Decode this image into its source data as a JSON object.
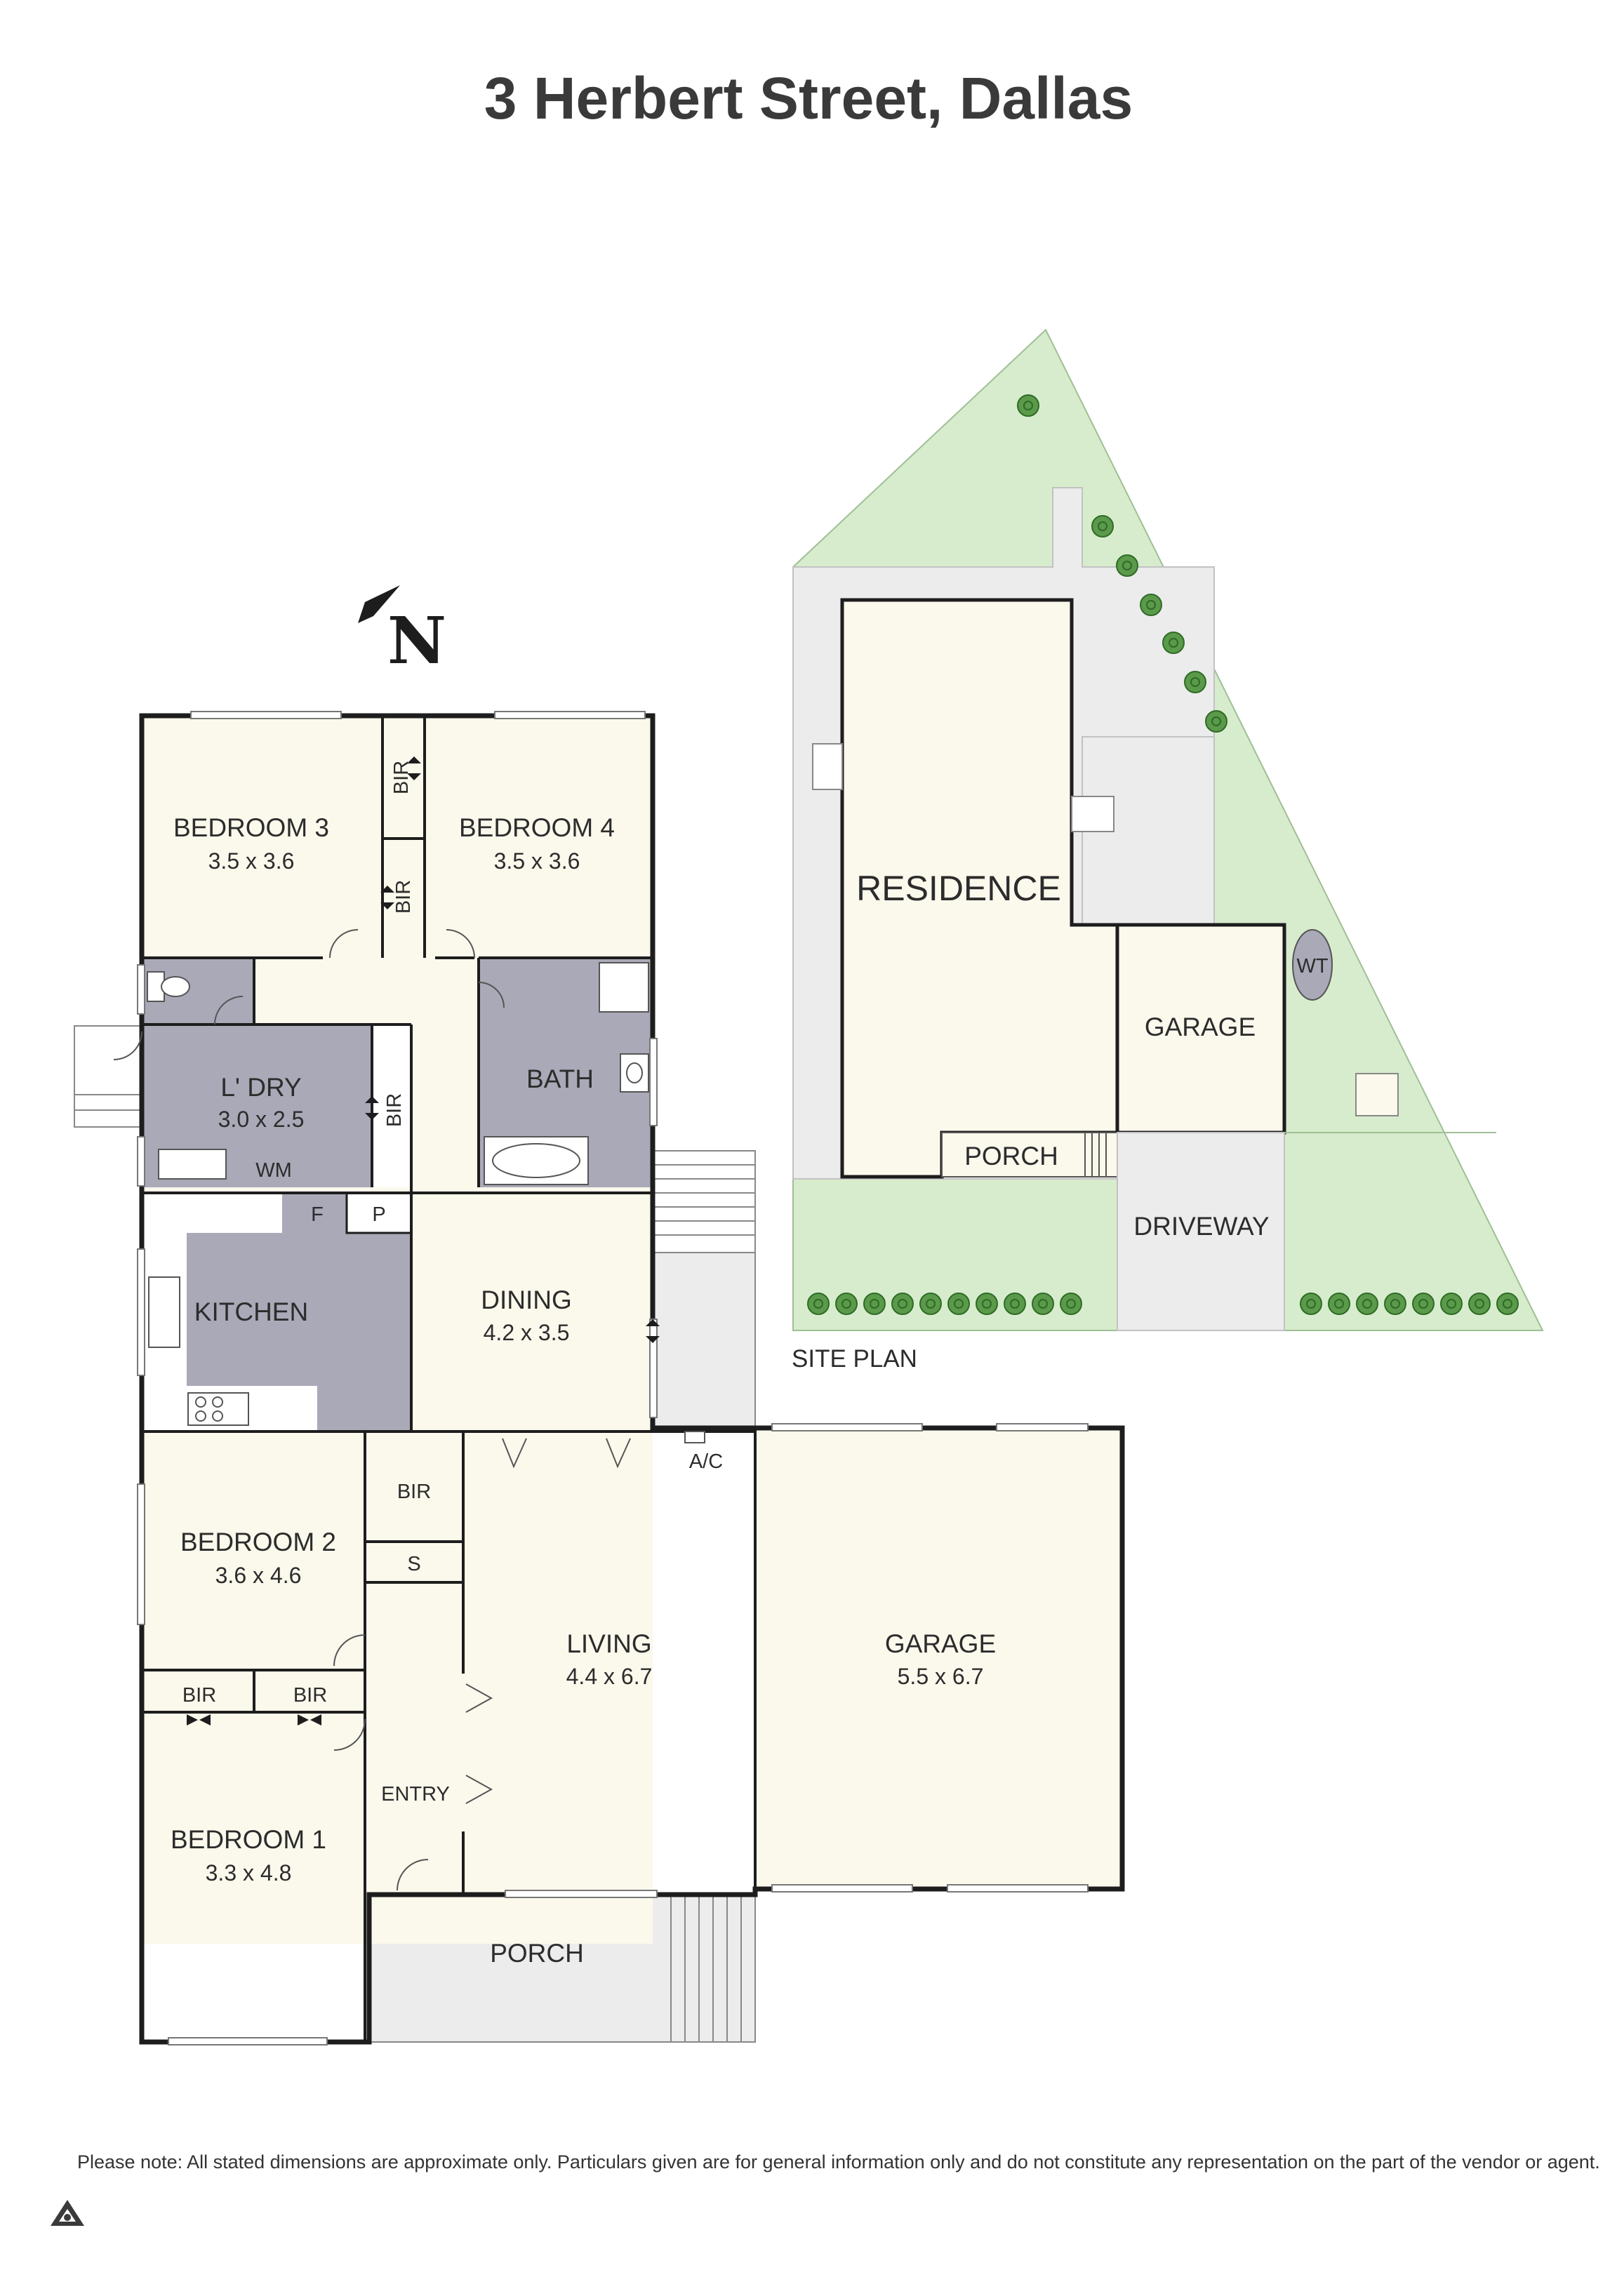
{
  "title": "3 Herbert Street, Dallas",
  "north": "N",
  "colors": {
    "room_fill": "#fbf8ec",
    "wet_fill": "#a9a9b8",
    "outdoor_fill": "#ececec",
    "lawn_fill": "#d7eccd",
    "tree_fill": "#5a9a4a",
    "wall": "#1d1d1d"
  },
  "floor_plan": {
    "bedroom3": {
      "name": "BEDROOM 3",
      "dims": "3.5 x 3.6"
    },
    "bedroom4": {
      "name": "BEDROOM 4",
      "dims": "3.5 x 3.6"
    },
    "bir_top": "BIR",
    "bir_mid": "BIR",
    "laundry": {
      "name": "L' DRY",
      "dims": "3.0 x 2.5"
    },
    "bir_laundry": "BIR",
    "wm": "WM",
    "bath": {
      "name": "BATH"
    },
    "f": "F",
    "p": "P",
    "kitchen": {
      "name": "KITCHEN"
    },
    "dining": {
      "name": "DINING",
      "dims": "4.2 x 3.5"
    },
    "ac": "A/C",
    "bir_bed2": "BIR",
    "s": "S",
    "bedroom2": {
      "name": "BEDROOM 2",
      "dims": "3.6 x 4.6"
    },
    "bir_a": "BIR",
    "bir_b": "BIR",
    "bedroom1": {
      "name": "BEDROOM 1",
      "dims": "3.3 x 4.8"
    },
    "entry": "ENTRY",
    "living": {
      "name": "LIVING",
      "dims": "4.4 x 6.7"
    },
    "garage": {
      "name": "GARAGE",
      "dims": "5.5 x 6.7"
    },
    "porch": "PORCH"
  },
  "site_plan": {
    "label": "SITE PLAN",
    "residence": "RESIDENCE",
    "garage": "GARAGE",
    "porch": "PORCH",
    "driveway": "DRIVEWAY",
    "wt": "WT"
  },
  "disclaimer": "Please note: All stated dimensions are approximate only. Particulars given are for general information only and do not constitute any representation on the part of the vendor or agent."
}
